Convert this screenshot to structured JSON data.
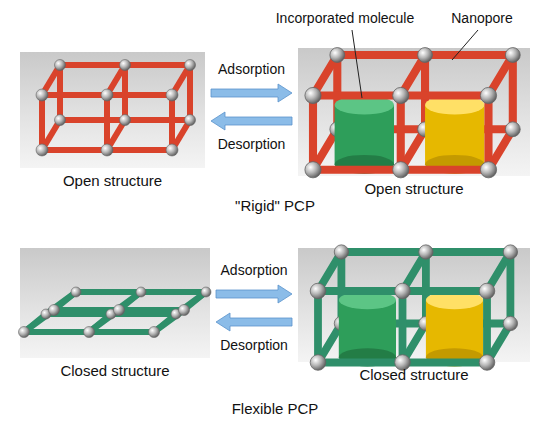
{
  "diagram": {
    "nodes": [
      {
        "text": [
          "Open structure"
        ]
      },
      {
        "text": [
          "Open structure"
        ]
      },
      {
        "text": [
          "Closed structure"
        ]
      },
      {
        "text": [
          "Closed structure"
        ]
      }
    ],
    "edges": [
      {
        "from": 0,
        "to": 1,
        "arrow": "to",
        "label": "Adsorption"
      },
      {
        "from": 1,
        "to": 0,
        "arrow": "to",
        "label": "Desorption"
      },
      {
        "from": 2,
        "to": 3,
        "arrow": "to",
        "label": "Adsorption"
      },
      {
        "from": 3,
        "to": 2,
        "arrow": "to",
        "label": "Desorption"
      }
    ],
    "labels": [
      "Incorporated molecule",
      "Nanopore",
      "\"Rigid\" PCP",
      "Flexible PCP"
    ]
  }
}
